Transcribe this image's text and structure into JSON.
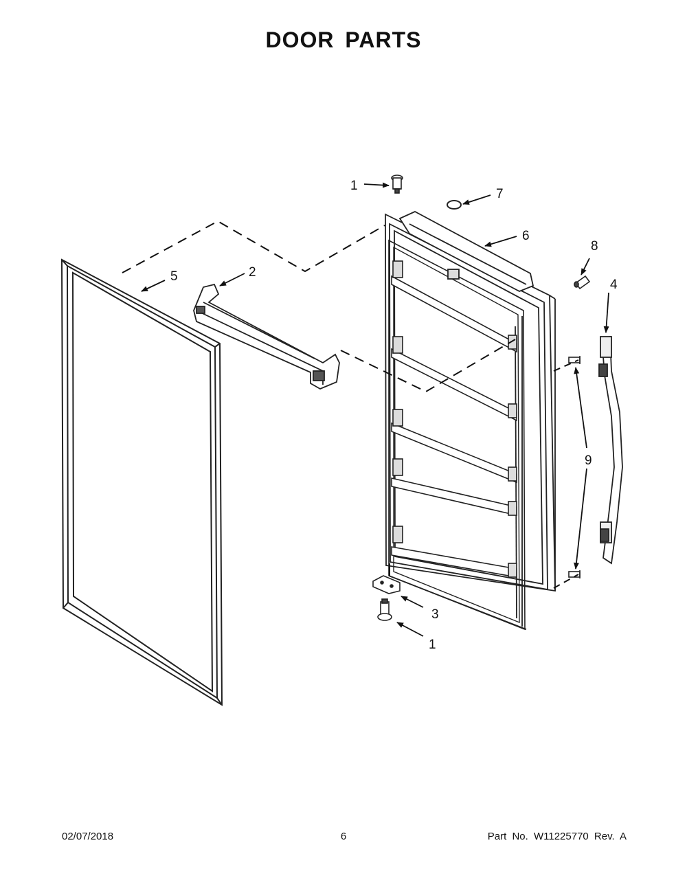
{
  "title": "DOOR PARTS",
  "callouts": {
    "c1_top": "1",
    "c7": "7",
    "c6": "6",
    "c8": "8",
    "c5": "5",
    "c2": "2",
    "c4": "4",
    "c9": "9",
    "c3": "3",
    "c1_bottom": "1"
  },
  "footer": {
    "date": "02/07/2018",
    "page": "6",
    "part": "Part No.  W11225770  Rev.  A"
  }
}
